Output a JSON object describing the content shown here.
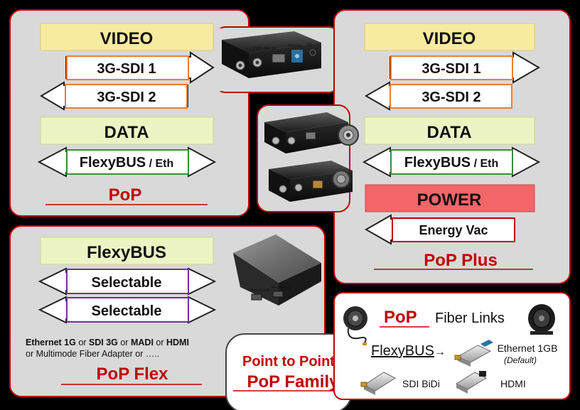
{
  "pop": {
    "video": "VIDEO",
    "sdi1": "3G-SDI 1",
    "sdi2": "3G-SDI 2",
    "data": "DATA",
    "flexy_main": "FlexyBUS",
    "flexy_sub": " / Eth",
    "title": "PoP"
  },
  "pop_plus": {
    "video": "VIDEO",
    "sdi1": "3G-SDI 1",
    "sdi2": "3G-SDI 2",
    "data": "DATA",
    "flexy_main": "FlexyBUS",
    "flexy_sub": " / Eth",
    "power": "POWER",
    "energy": "Energy Vac",
    "title": "PoP Plus"
  },
  "pop_flex": {
    "flexybus": "FlexyBUS",
    "sel1": "Selectable",
    "sel2": "Selectable",
    "opt_eth": "Ethernet 1G",
    "opt_or1": " or ",
    "opt_sdi": "SDI 3G",
    "opt_or2": " or ",
    "opt_madi": "MADI",
    "opt_or3": " or ",
    "opt_hdmi": "HDMI",
    "line2": "or Multimode Fiber Adapter or …..",
    "title": "PoP Flex"
  },
  "family": {
    "line1": "Point to Point",
    "line2": "PoP Family"
  },
  "links": {
    "pop": "PoP",
    "fiber": "Fiber Links",
    "flexybus": "FlexyBUS",
    "arrow": "→",
    "eth": "Ethernet 1GB",
    "default": "(Default)",
    "sdi_bidi": "SDI BiDi",
    "hdmi": "HDMI"
  },
  "device": {
    "out": "OUT -SDI- IN",
    "ethernet": "Ethernet",
    "dc": "DC",
    "flexy_a": "FlexyBUS A",
    "flexy_b": "FlexyBUS B"
  },
  "colors": {
    "background": "#000000",
    "panel": "#d9d9d9",
    "panel_border": "#c00000",
    "yellow": "#f7eba0",
    "green": "#ecf4c4",
    "power": "#f2666a",
    "title_red": "#c00000"
  }
}
